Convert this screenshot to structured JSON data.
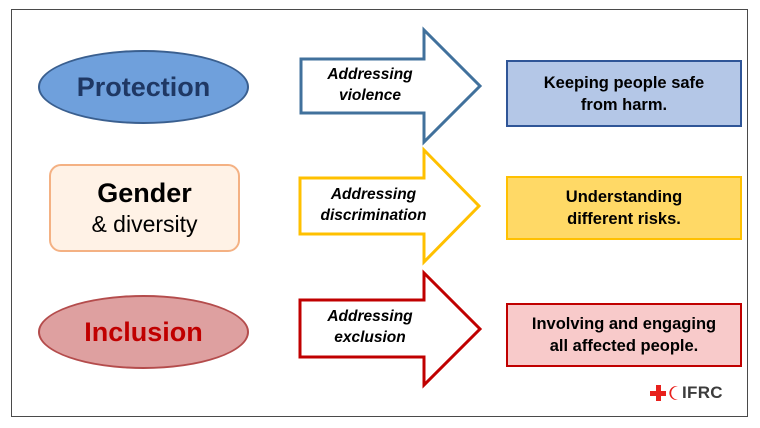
{
  "rows": [
    {
      "label": "Protection",
      "arrow_text": [
        "Addressing",
        "violence"
      ],
      "outcome": [
        "Keeping people safe",
        "from harm."
      ],
      "colors": {
        "fill": "#6fa0dc",
        "stroke": "#3a5f8f",
        "text": "#1f3864",
        "arrow": "#41719c",
        "box_fill": "#b4c7e7",
        "box_stroke": "#2f5597"
      }
    },
    {
      "label": "Gender",
      "sublabel": "& diversity",
      "arrow_text": [
        "Addressing",
        "discrimination"
      ],
      "outcome": [
        "Understanding",
        "different risks."
      ],
      "colors": {
        "fill": "#fff2e6",
        "stroke": "#f4b183",
        "text": "#000000",
        "arrow": "#ffc000",
        "box_fill": "#ffd966",
        "box_stroke": "#ffc000"
      }
    },
    {
      "label": "Inclusion",
      "arrow_text": [
        "Addressing",
        "exclusion"
      ],
      "outcome": [
        "Involving and engaging",
        "all affected people."
      ],
      "colors": {
        "fill": "#dea0a0",
        "stroke": "#b44c4c",
        "text": "#c00000",
        "arrow": "#c00000",
        "box_fill": "#f8caca",
        "box_stroke": "#c00000"
      }
    }
  ],
  "logo": {
    "text": "IFRC",
    "icon": "red-cross-red-crescent-icon",
    "color": "#e8201c"
  }
}
